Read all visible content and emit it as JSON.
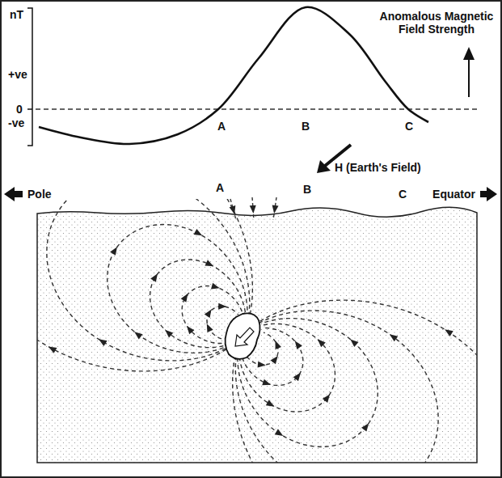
{
  "diagram": {
    "labels": [
      "nT",
      "+ve",
      "0",
      "-ve",
      "A",
      "B",
      "C",
      "Anomalous Magnetic Field Strength",
      "H (Earth's Field)",
      "Pole",
      "Equator",
      "A",
      "B",
      "C"
    ]
  }
}
